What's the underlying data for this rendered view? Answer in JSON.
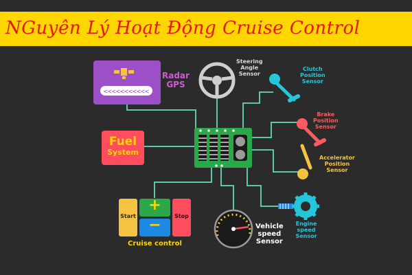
{
  "title": "NGuyên Lý Hoạt Động Cruise Control",
  "radar": {
    "line1": "Radar",
    "line2": "GPS"
  },
  "fuel": {
    "line1": "Fuel",
    "line2": "System"
  },
  "steering": {
    "line1": "Steering",
    "line2": "Angle",
    "line3": "Sensor"
  },
  "clutch": {
    "line1": "Clutch",
    "line2": "Position",
    "line3": "Sensor"
  },
  "brake": {
    "line1": "Brake",
    "line2": "Position",
    "line3": "Sensor"
  },
  "accelerator": {
    "line1": "Accelerator",
    "line2": "Position",
    "line3": "Sensor"
  },
  "engine": {
    "line1": "Engine",
    "line2": "speed",
    "line3": "Sensor"
  },
  "vehicle": {
    "line1": "Vehicle",
    "line2": "speed",
    "line3": "Sensor"
  },
  "cruise": {
    "start": "Start",
    "stop": "Stop",
    "plus": "+",
    "minus": "−",
    "caption": "Cruise control"
  },
  "colors": {
    "title_bg": "#ffd600",
    "title_text": "#e8170e",
    "background": "#2b2b2b",
    "radar": "#9c4fc6",
    "fuel": "#ff4d5e",
    "fuel_text": "#ffd600",
    "wire": "#5dc8a8",
    "ecu_board": "#2aa84a",
    "clutch": "#26c6da",
    "brake": "#ff5a5f",
    "accelerator": "#f5c342",
    "engine": "#26c6da",
    "start": "#f5c342",
    "plus": "#2aa84a",
    "minus": "#1e88e5",
    "stop": "#ff4d5e"
  },
  "icons": [
    "satellite-icon",
    "steering-wheel-icon",
    "ecu-chip-icon",
    "clutch-pedal-icon",
    "brake-pedal-icon",
    "accelerator-pedal-icon",
    "gear-icon",
    "speedometer-icon"
  ]
}
